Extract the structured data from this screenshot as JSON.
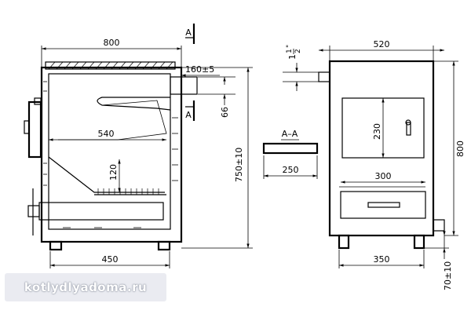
{
  "side_view": {
    "width": "800",
    "inner_width": "540",
    "base_width": "450",
    "grate_height": "120",
    "outlet_height": "160±5",
    "outlet_offset": "66",
    "total_height": "750±10",
    "section_mark": "A"
  },
  "section": {
    "title": "A–A",
    "width": "250"
  },
  "front_view": {
    "width": "520",
    "pipe_size_whole": "1",
    "pipe_size_num": "1",
    "pipe_size_den": "2",
    "door_height": "230",
    "ash_door_width": "300",
    "height": "800",
    "leg_spacing": "350",
    "leg_height": "70±10"
  },
  "watermark": "kotlydlyadoma.ru"
}
